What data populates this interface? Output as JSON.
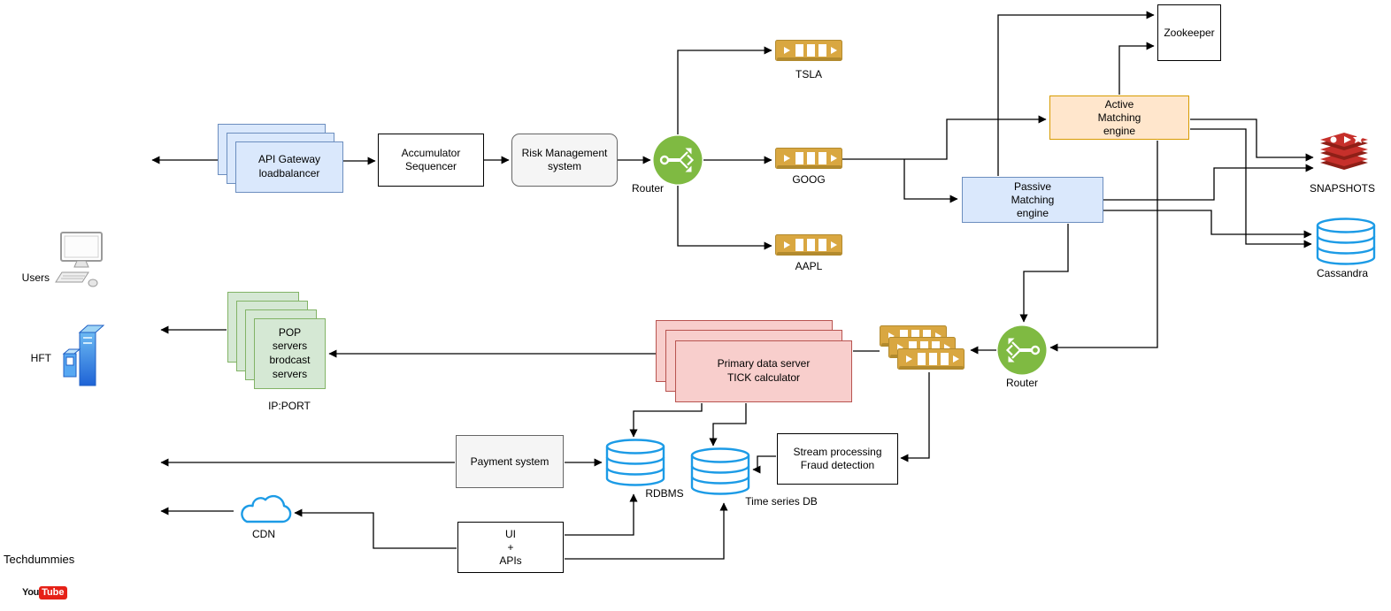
{
  "colors": {
    "blue-fill": "#dae8fc",
    "blue-stroke": "#6c8ebf",
    "green-fill": "#d5e8d4",
    "green-stroke": "#82b366",
    "orange-fill": "#ffe6cc",
    "orange-stroke": "#d79b00",
    "pink-fill": "#f8cecc",
    "pink-stroke": "#b85450",
    "gray-fill": "#f5f5f5",
    "gray-stroke": "#666666",
    "queue-gold": "#d9a741",
    "queue-gold-dark": "#b28a2e",
    "router-green": "#7fba42",
    "db-blue": "#1c9be6",
    "redis-red": "#c6302b",
    "redis-red-dark": "#8e1f17",
    "youtube-red": "#e62117"
  },
  "nodes": {
    "users": {
      "label": "Users"
    },
    "hft": {
      "label": "HFT"
    },
    "api_gateway": {
      "label": "API Gateway\nloadbalancer"
    },
    "accumulator": {
      "label": "Accumulator\nSequencer"
    },
    "risk": {
      "label": "Risk Management\nsystem"
    },
    "router1": {
      "label": "Router"
    },
    "queue_tsla": {
      "label": "TSLA"
    },
    "queue_goog": {
      "label": "GOOG"
    },
    "queue_aapl": {
      "label": "AAPL"
    },
    "zookeeper": {
      "label": "Zookeeper"
    },
    "active_engine": {
      "label": "Active\nMatching\nengine"
    },
    "passive_engine": {
      "label": "Passive\nMatching\nengine"
    },
    "snapshots": {
      "label": "SNAPSHOTS"
    },
    "cassandra": {
      "label": "Cassandra"
    },
    "router2": {
      "label": "Router"
    },
    "primary_server": {
      "label": "Primary data server\nTICK calculator"
    },
    "pop_servers": {
      "label": "POP\nservers\nbrodcast\nservers",
      "sublabel": "IP:PORT"
    },
    "payment": {
      "label": "Payment system"
    },
    "rdbms": {
      "label": "RDBMS"
    },
    "timeseries": {
      "label": "Time series DB"
    },
    "stream": {
      "label": "Stream processing\nFraud detection"
    },
    "ui_apis": {
      "label": "UI\n+\nAPIs"
    },
    "cdn": {
      "label": "CDN"
    }
  },
  "branding": {
    "channel": "Techdummies",
    "youtube_you": "You",
    "youtube_tube": "Tube"
  }
}
